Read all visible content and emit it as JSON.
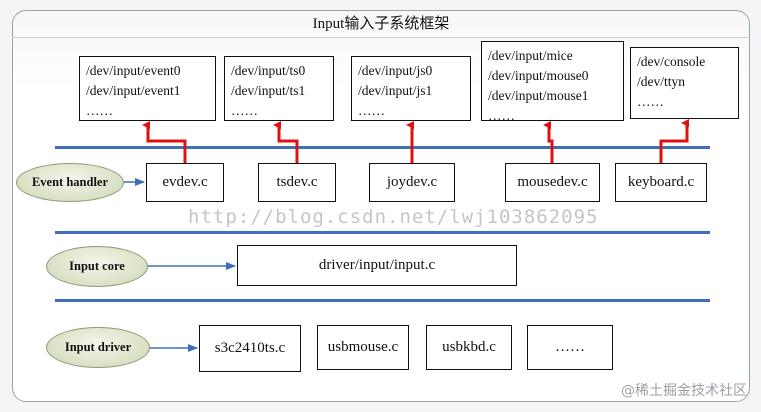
{
  "title": "Input输入子系统框架",
  "layers": {
    "event_handler": "Event handler",
    "input_core": "Input core",
    "input_driver": "Input driver"
  },
  "dev_nodes": {
    "event": "/dev/input/event0\n/dev/input/event1\n……",
    "ts": "/dev/input/ts0\n/dev/input/ts1\n……",
    "js": "/dev/input/js0\n/dev/input/js1\n……",
    "mouse": "/dev/input/mice\n/dev/input/mouse0\n/dev/input/mouse1\n……",
    "console": "/dev/console\n/dev/ttyn\n……"
  },
  "handlers": [
    "evdev.c",
    "tsdev.c",
    "joydev.c",
    "mousedev.c",
    "keyboard.c"
  ],
  "core": "driver/input/input.c",
  "drivers": [
    "s3c2410ts.c",
    "usbmouse.c",
    "usbkbd.c",
    "……"
  ],
  "watermark": "http://blog.csdn.net/lwj103862095",
  "credit": "@稀土掘金技术社区",
  "colors": {
    "separator": "#3f6fb8",
    "arrow_red": "#e01010",
    "arrow_blue": "#3f6fb8"
  }
}
